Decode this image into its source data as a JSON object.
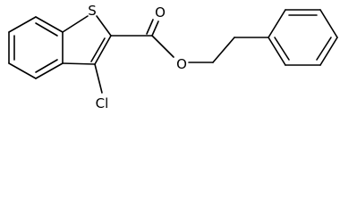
{
  "diagram": {
    "type": "skeletal-structure",
    "atom_labels": {
      "sulfur": "S",
      "carbonyl_oxygen": "O",
      "ester_oxygen": "O",
      "chlorine": "Cl"
    },
    "colors": {
      "bond": "#000000",
      "label": "#000000",
      "background": "#ffffff"
    }
  }
}
